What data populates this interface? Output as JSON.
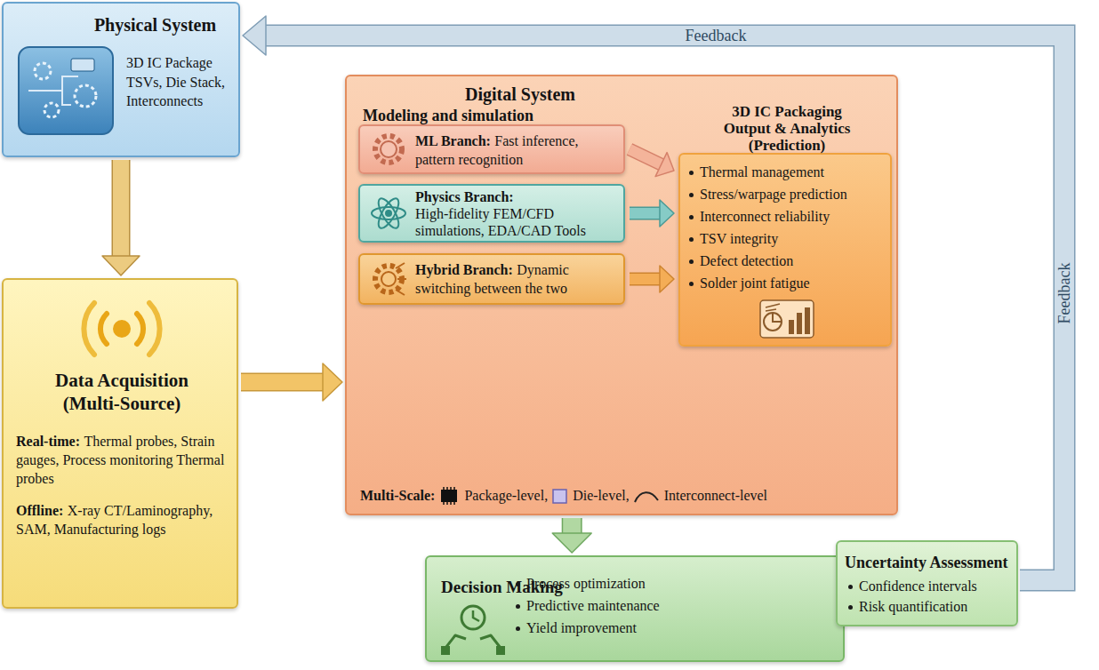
{
  "diagram": {
    "nodes": [
      {
        "text": [
          "Physical System",
          "3D IC Package TSVs, Die Stack, Interconnects"
        ]
      },
      {
        "text": [
          "Data Acquisition (Multi-Source)",
          "Real-time:",
          "Thermal probes, Strain gauges, Process monitoring Thermal probes",
          "Offline:",
          "X-ray CT/Laminography, SAM, Manufacturing logs"
        ]
      },
      {
        "text": [
          "Digital System",
          "Modeling and simulation"
        ]
      },
      {
        "text": [
          "ML Branch:",
          "Fast inference, pattern recognition"
        ],
        "in": 2
      },
      {
        "text": [
          "Physics Branch:",
          "High-fidelity FEM/CFD simulations, EDA/CAD Tools"
        ],
        "in": 2
      },
      {
        "text": [
          "Hybrid Branch:",
          "Dynamic switching between the two"
        ],
        "in": 2
      },
      {
        "text": [
          "3D IC Packaging Output & Analytics (Prediction)",
          "Thermal management",
          "Stress/warpage prediction",
          "Interconnect reliability",
          "TSV integrity",
          "Defect detection",
          "Solder joint fatigue"
        ],
        "in": 2
      },
      {
        "text": [
          "Decision Making",
          "Process optimization",
          "Predictive maintenance",
          "Yield improvement"
        ]
      },
      {
        "text": [
          "Uncertainty Assessment",
          "Confidence intervals",
          "Risk quantification"
        ]
      }
    ],
    "edges": [
      {
        "from": 0,
        "to": 1,
        "arrow": "to"
      },
      {
        "from": 1,
        "to": 2,
        "arrow": "to"
      },
      {
        "from": 3,
        "to": 6,
        "arrow": "to"
      },
      {
        "from": 4,
        "to": 6,
        "arrow": "to"
      },
      {
        "from": 5,
        "to": 6,
        "arrow": "to"
      },
      {
        "from": 2,
        "to": 7,
        "arrow": "to"
      },
      {
        "from": 8,
        "to": 0,
        "label": "Feedback",
        "arrow": "to"
      }
    ],
    "labels": [
      "Multi-Scale:",
      "Package-level,",
      "Die-level,",
      "Interconnect-level",
      "Feedback"
    ]
  }
}
